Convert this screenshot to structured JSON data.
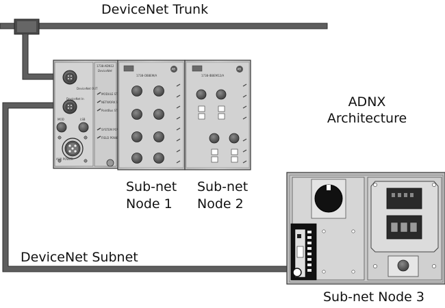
{
  "labels": {
    "trunk": "DeviceNet Trunk",
    "architecture_line1": "ADNX",
    "architecture_line2": "Architecture",
    "node1_line1": "Sub-net",
    "node1_line2": "Node 1",
    "node2_line1": "Sub-net",
    "node2_line2": "Node 2",
    "subnet": "DeviceNet Subnet",
    "node3": "Sub-net Node 3"
  },
  "module_text": {
    "adapter_catalog": "1738-ADN12",
    "adapter_brand": "DeviceNet",
    "devicenet_out": "DeviceNet OUT",
    "devicenet_in": "DeviceNet In",
    "mod_label": "MOD",
    "lsb_label": "LSB",
    "aux_power": "AUX POWER",
    "status_1": "MODULE STATUS",
    "status_2": "NETWORK STATUS",
    "status_3": "PointBus STATUS",
    "status_4": "SYSTEM POWER",
    "status_5": "FIELD POWER",
    "io1_catalog": "1738-OB8EM/A",
    "io2_catalog": "1738-IB8EM12/A",
    "ab_logo": "AB"
  },
  "colors": {
    "cable": "#5e5e5e",
    "module_body": "#cfcfcf",
    "enclosure": "#c4c4c4"
  }
}
